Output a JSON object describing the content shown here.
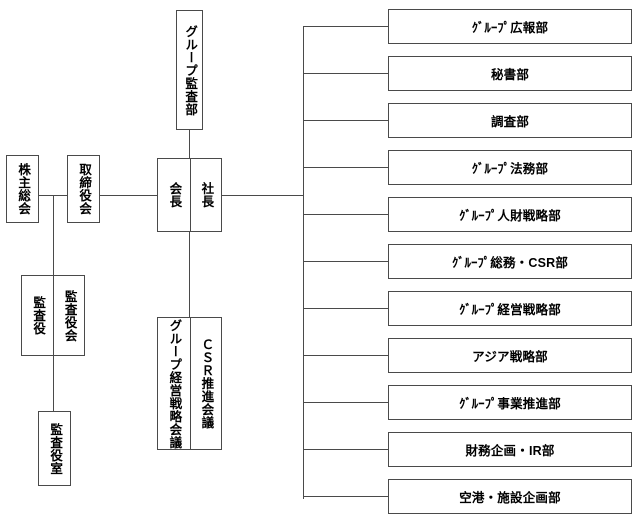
{
  "diagram": {
    "title": "organization-chart",
    "line_color": "#4a4a4a",
    "box_border_color": "#4a4a4a",
    "background": "#ffffff"
  },
  "governance": {
    "shareholders_meeting": "株主総会",
    "board_of_directors": "取締役会",
    "audit_board_left": "監査役",
    "audit_board_right": "監査役会",
    "audit_office": "監査役室"
  },
  "executive": {
    "group_audit_dept": "グループ監査部",
    "chairman": "会長",
    "president": "社長",
    "group_mgmt_strategy_meeting": "グループ経営戦略会議",
    "csr_promotion_meeting": "ＣＳＲ推進会議"
  },
  "departments": [
    {
      "label": "ｸﾞﾙｰﾌﾟ広報部"
    },
    {
      "label": "秘書部"
    },
    {
      "label": "調査部"
    },
    {
      "label": "ｸﾞﾙｰﾌﾟ法務部"
    },
    {
      "label": "ｸﾞﾙｰﾌﾟ人財戦略部"
    },
    {
      "label": "ｸﾞﾙｰﾌﾟ総務・CSR部"
    },
    {
      "label": "ｸﾞﾙｰﾌﾟ経営戦略部"
    },
    {
      "label": "アジア戦略部"
    },
    {
      "label": "ｸﾞﾙｰﾌﾟ事業推進部"
    },
    {
      "label": "財務企画・IR部"
    },
    {
      "label": "空港・施設企画部"
    }
  ]
}
